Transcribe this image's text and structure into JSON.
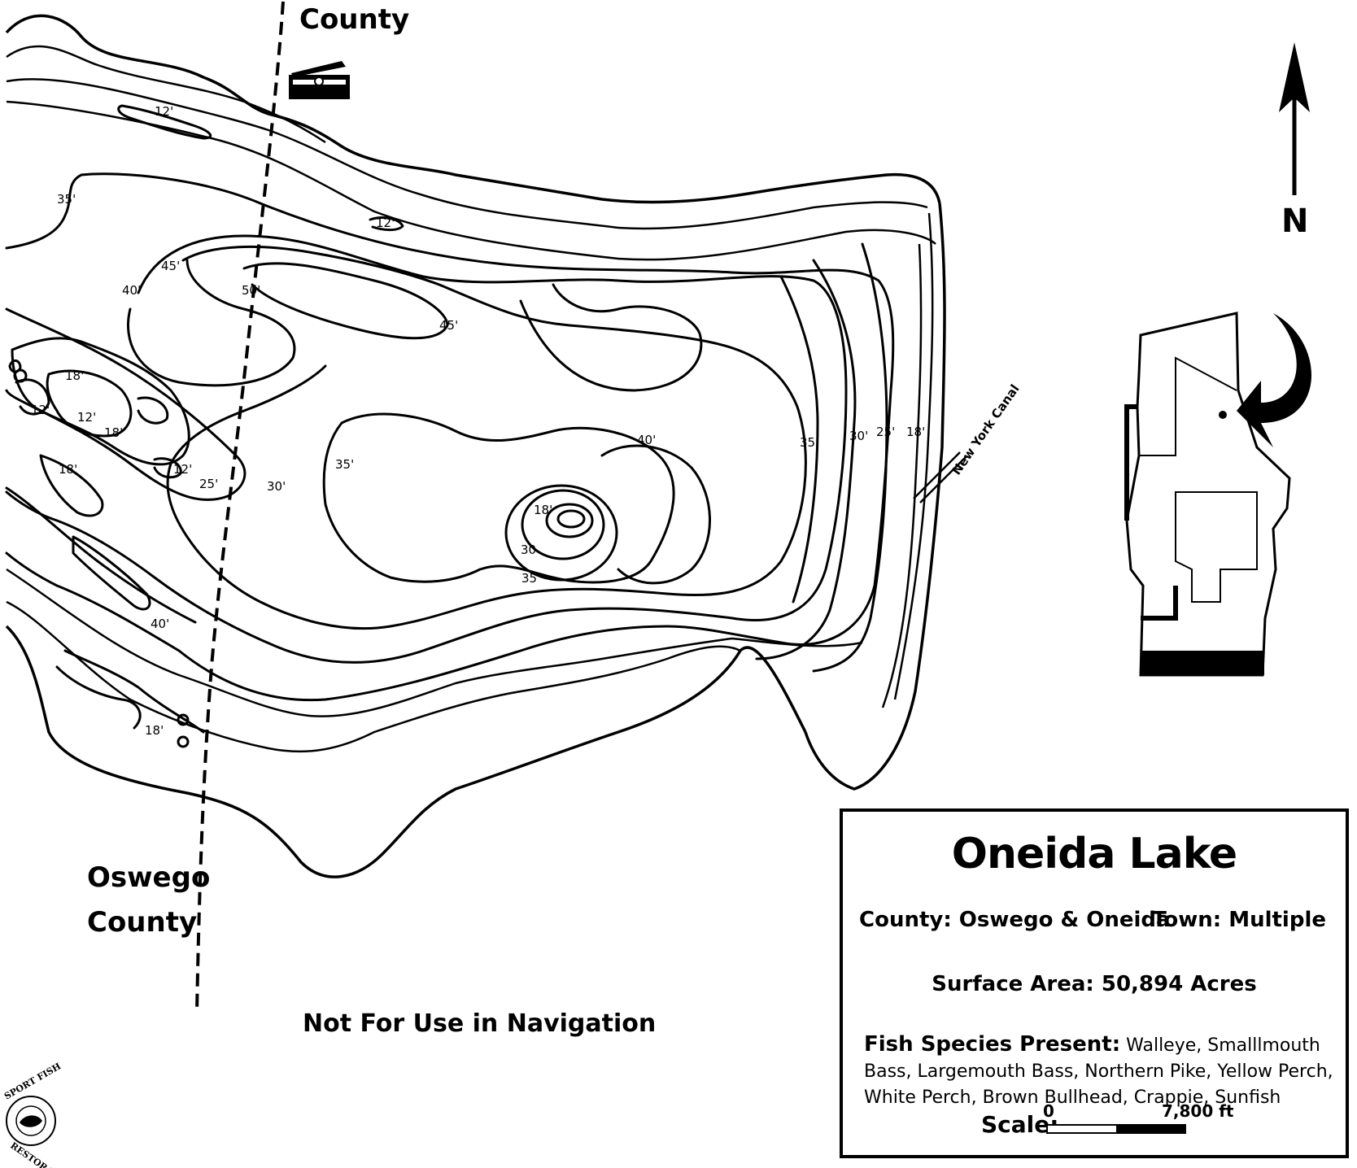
{
  "map": {
    "county_top": "County",
    "county_bottom_line1": "Oswego",
    "county_bottom_line2": "County",
    "disclaimer": "Not For Use in Navigation",
    "canal_label": "New York Canal",
    "north_label": "N",
    "depth_labels": [
      "12'",
      "12'",
      "35'",
      "45'",
      "50'",
      "40'",
      "45'",
      "18'",
      "12'",
      "12'",
      "18'",
      "18'",
      "12'",
      "25'",
      "30'",
      "35'",
      "40'",
      "18'",
      "30",
      "35'",
      "40'",
      "35'",
      "30'",
      "25'",
      "18'",
      "18'"
    ],
    "logo_text": "SPORT FISH RESTORATION"
  },
  "info": {
    "title": "Oneida Lake",
    "county": "County: Oswego & Oneida",
    "town": "Town: Multiple",
    "surface_area": "Surface Area: 50,894 Acres",
    "species_label": "Fish Species Present:",
    "species_list": "Walleye, Smalllmouth Bass, Largemouth Bass, Northern Pike, Yellow Perch, White Perch, Brown Bullhead, Crappie, Sunfish",
    "scale_label": "Scale:",
    "scale_zero": "0",
    "scale_distance": "7,800 ft"
  }
}
